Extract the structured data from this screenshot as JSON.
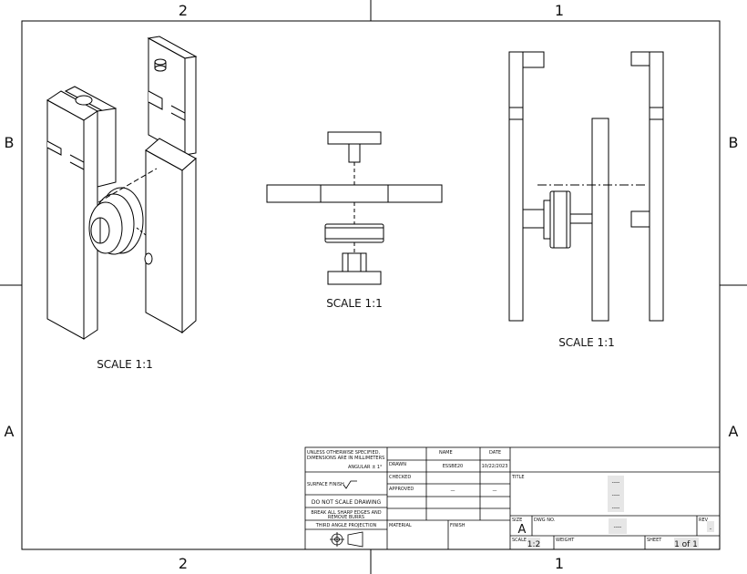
{
  "border": {
    "zones_top": [
      "2",
      "1"
    ],
    "zones_bottom": [
      "2",
      "1"
    ],
    "zones_left": [
      "B",
      "A"
    ],
    "zones_right": [
      "B",
      "A"
    ]
  },
  "views": {
    "iso_scale": "SCALE 1:1",
    "top_scale": "SCALE 1:1",
    "side_scale": "SCALE 1:1"
  },
  "title_block": {
    "notes_line1": "UNLESS OTHERWISE SPECIFIED,",
    "notes_line2": "DIMENSIONS ARE IN MILLIMETERS",
    "notes_line3": "ANGULAR ± 1°",
    "surface_finish": "SURFACE FINISH",
    "do_not_scale": "DO NOT SCALE DRAWING",
    "burrs_line1": "BREAK ALL SHARP EDGES AND",
    "burrs_line2": "REMOVE BURRS",
    "projection": "THIRD ANGLE PROJECTION",
    "hdr_name": "NAME",
    "hdr_date": "DATE",
    "row_drawn": "DRAWN",
    "drawn_name": "ESSBE20",
    "drawn_date": "10/22/2023",
    "row_checked": "CHECKED",
    "row_approved": "APPROVED",
    "approved_name": "—",
    "approved_date": "—",
    "material": "MATERIAL",
    "finish": "FINISH",
    "title_label": "TITLE",
    "title_dash1": "----",
    "title_dash2": "----",
    "title_dash3": "----",
    "size_label": "SIZE",
    "size_value": "A",
    "dwg_label": "DWG NO.",
    "dwg_value": "----",
    "rev_label": "REV",
    "rev_value": "-",
    "scale_label": "SCALE",
    "scale_value": "1:2",
    "weight_label": "WEIGHT",
    "sheet_label": "SHEET",
    "sheet_value": "1 of 1"
  }
}
